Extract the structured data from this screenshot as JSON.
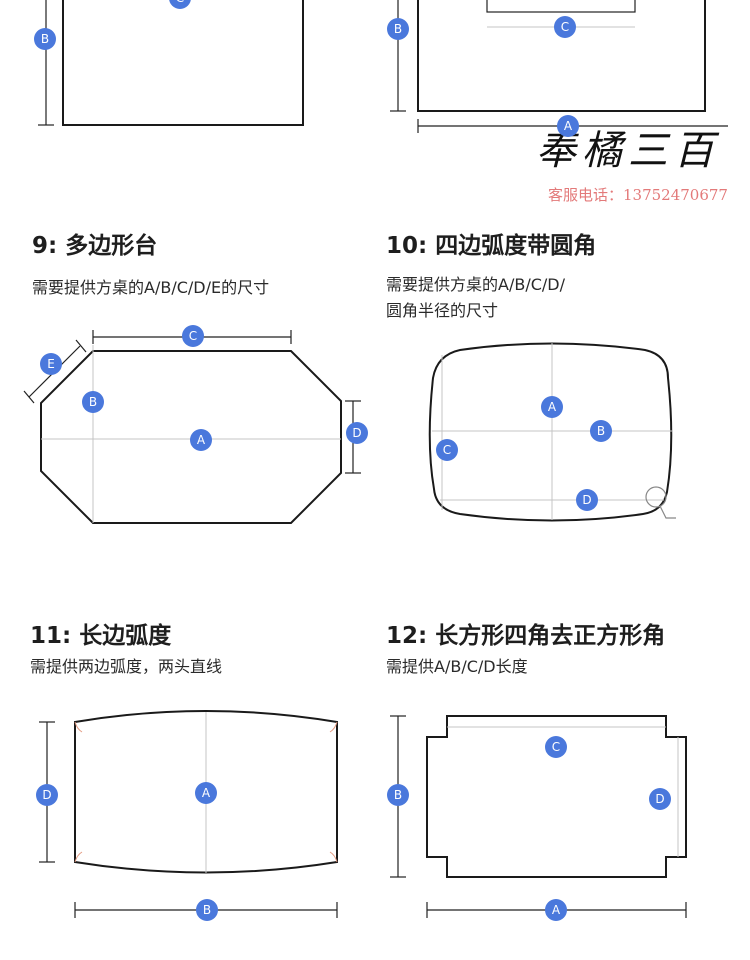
{
  "sections": [
    {
      "title": "9: 多边形台",
      "desc": "需要提供方桌的A/B/C/D/E的尺寸"
    },
    {
      "title": "10: 四边弧度带圆角",
      "desc_lines": [
        "需要提供方桌的A/B/C/D/",
        "圆角半径的尺寸"
      ]
    },
    {
      "title": "11: 长边弧度",
      "desc": "需提供两边弧度，两头直线"
    },
    {
      "title": "12: 长方形四角去正方形角",
      "desc": "需提供A/B/C/D长度"
    }
  ],
  "labels": {
    "A": "A",
    "B": "B",
    "C": "C",
    "D": "D",
    "E": "E"
  },
  "brand": {
    "name": "奉橘三百",
    "contact": "客服电话：13752470677"
  },
  "colors": {
    "badge": "#4a78dc",
    "contact": "#e37a7a"
  }
}
